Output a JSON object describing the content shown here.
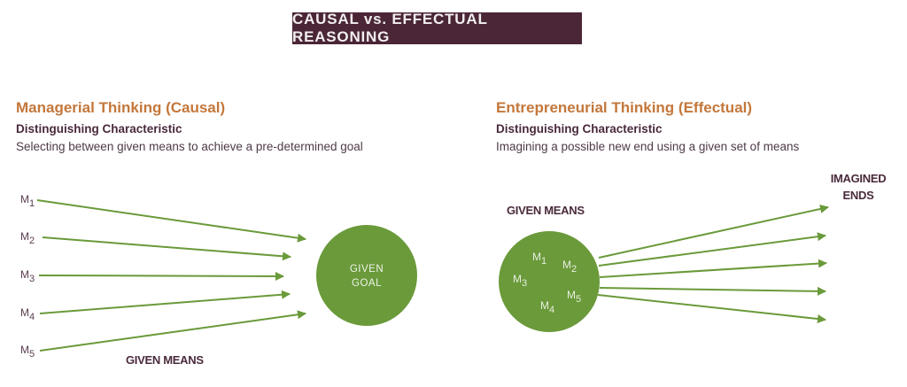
{
  "title": "CAUSAL vs. EFFECTUAL REASONING",
  "colors": {
    "title_bg": "#4a2636",
    "heading": "#c4773a",
    "dark_text": "#4a2a3c",
    "green": "#6a9a3a"
  },
  "left": {
    "heading": "Managerial Thinking (Causal)",
    "subheading": "Distinguishing Characteristic",
    "description": "Selecting between given means to achieve a pre-determined goal",
    "means": [
      {
        "label": "M",
        "index": "1"
      },
      {
        "label": "M",
        "index": "2"
      },
      {
        "label": "M",
        "index": "3"
      },
      {
        "label": "M",
        "index": "4"
      },
      {
        "label": "M",
        "index": "5"
      }
    ],
    "means_caption": "GIVEN MEANS",
    "goal_line1": "GIVEN",
    "goal_line2": "GOAL"
  },
  "right": {
    "heading": "Entrepreneurial Thinking (Effectual)",
    "subheading": "Distinguishing Characteristic",
    "description": "Imagining a possible new end using a given set of means",
    "means_caption": "GIVEN MEANS",
    "means": [
      {
        "label": "M",
        "index": "1"
      },
      {
        "label": "M",
        "index": "2"
      },
      {
        "label": "M",
        "index": "3"
      },
      {
        "label": "M",
        "index": "4"
      },
      {
        "label": "M",
        "index": "5"
      }
    ],
    "ends_line1": "IMAGINED",
    "ends_line2": "ENDS"
  }
}
